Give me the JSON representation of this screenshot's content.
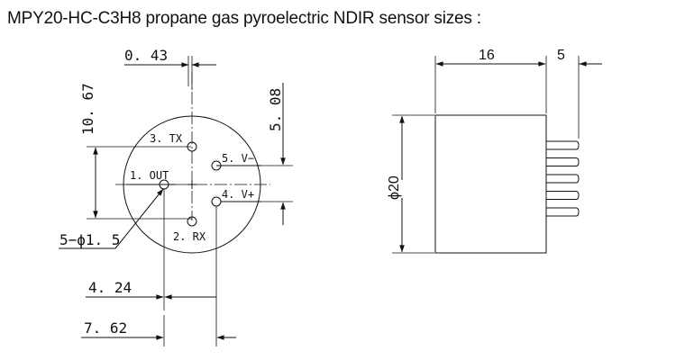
{
  "title": "MPY20-HC-C3H8 propane gas pyroelectric NDIR sensor sizes :",
  "front_view": {
    "dims": {
      "d_043": "0. 43",
      "d_1067": "10. 67",
      "d_508": "5. 08",
      "d_pins": "5−ϕ1. 5",
      "d_424": "4. 24",
      "d_762": "7. 62"
    },
    "pins": {
      "tx": "3. TX",
      "out": "1. OUT",
      "vminus": "5. V−",
      "vplus": "4. V+",
      "rx": "2. RX"
    }
  },
  "side_view": {
    "dims": {
      "width": "16",
      "pin_length": "5",
      "diameter": "ϕ20"
    },
    "pin_count": 5
  }
}
